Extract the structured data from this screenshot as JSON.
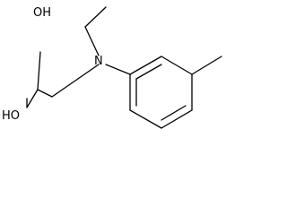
{
  "molecule": {
    "atoms": {
      "hydroxyl_upper": "OH",
      "hydroxyl_lower": "HO",
      "nitrogen": "N"
    }
  },
  "colors": {
    "bond": "#000000",
    "background": "#ffffff"
  }
}
